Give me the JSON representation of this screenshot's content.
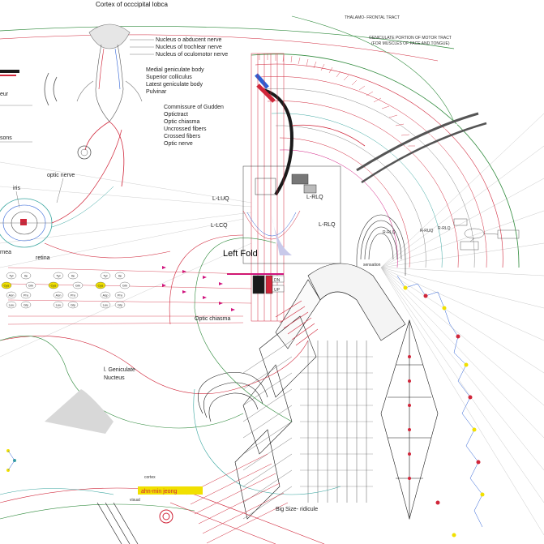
{
  "labels": {
    "cortex_occipital": "Cortex of occcipital lobca",
    "nucleus_abducent": "Nucleus o abducent nerve",
    "nucleus_trochlear": "Nucleus of trochlear nerve",
    "nucleus_oculomotor": "Nucleus of oculomotor nerve",
    "medial_geniculate": "Medial geniculate body",
    "superior_colliculus": "Superior colliculus",
    "lateral_geniculate": "Latest geniculate body",
    "pulvinar": "Pulvinar",
    "commissure_gudden": "Commissure of Gudden",
    "optic_tract": "Optictract",
    "optic_chiasma_list": "Optic chiasma",
    "uncrossed_fibers": "Uncrossed fibers",
    "crossed_fibers": "Crossed fibers",
    "optic_nerve_list": "Optic nerve",
    "optic_nerve": "optic nerve",
    "iris": "iris",
    "cornea": "rnea",
    "retina": "retina",
    "optic_chiasma": "Optic chiasma",
    "l_geniculate": "l. Geniculate",
    "nucleus": "Nucteus",
    "cortex": "cortex",
    "visual": "visual",
    "big_size": "Big Size- ridicule",
    "author": "ahn-min jeong",
    "thalamo": "THALAMO- FRONTAL TRACT",
    "geniculate_portion_1": "GENICULATE PORTION OF MOTOR TRACT",
    "geniculate_portion_2": "(FOR MUSCLES OF FACE AND TONGUE)",
    "left_fold": "Left Fold",
    "dn": "DN",
    "up": "UP",
    "l_luq": "L-LUQ",
    "l_lcq": "L-LCQ",
    "l_rlq": "L-RLQ",
    "l_rlq_2": "L-RLQ",
    "r_rlq": "R-RLQ",
    "r_ruq": "R-RUQ",
    "r_rlq_2": "R-RLQ",
    "left_edge_1": "eur",
    "left_edge_2": "sons",
    "cells": "sensation"
  },
  "amino_rows": [
    [
      "Tyr",
      "Ile",
      "Cys",
      "Gln",
      "Asn",
      "Pro",
      "Leu",
      "Gly"
    ],
    [
      "Tyr",
      "Ile",
      "Cys",
      "Gln",
      "Asn",
      "Pro",
      "Leu",
      "Gly"
    ],
    [
      "Tyr",
      "Ile",
      "Cys",
      "Gln",
      "Asp",
      "Pro",
      "Leu",
      "Gly"
    ]
  ],
  "colors": {
    "red": "#d0263a",
    "teal": "#3aa6a0",
    "blue": "#2b5fd6",
    "green": "#2f8a3c",
    "magenta": "#d0147e",
    "yellow": "#f1e000",
    "grey": "#b0b0b0",
    "dark": "#1a1a1a"
  }
}
